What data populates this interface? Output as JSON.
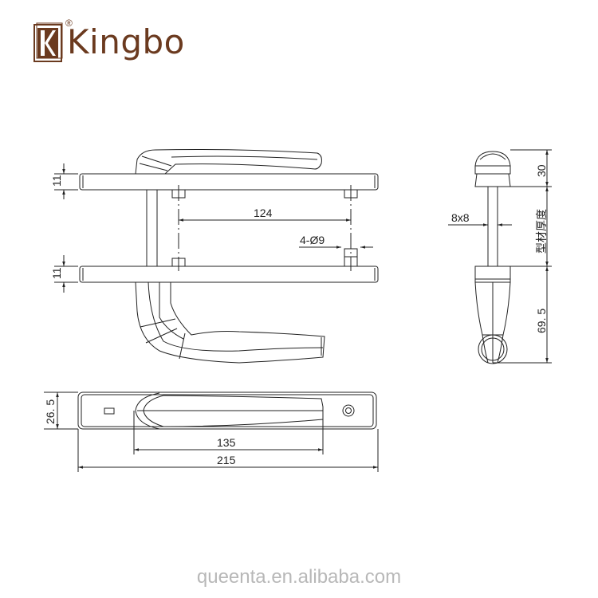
{
  "brand": {
    "name": "Kingbo",
    "registered_mark": "®",
    "color": "#6b3a1f"
  },
  "drawing": {
    "front_view": {
      "plate_thickness_top": "11",
      "plate_thickness_bottom": "11",
      "hole_spacing": "124",
      "hole_spec": "4-Ø9"
    },
    "side_view": {
      "top_height": "30",
      "spindle_size": "8x8",
      "profile_thickness_label": "型材厚度",
      "bottom_height": "69. 5"
    },
    "top_view": {
      "plate_width": "26. 5",
      "handle_length": "135",
      "plate_length": "215"
    },
    "line_color": "#222222"
  },
  "watermark": {
    "text": "queenta.en.alibaba.com",
    "color": "#b8b8b8"
  }
}
